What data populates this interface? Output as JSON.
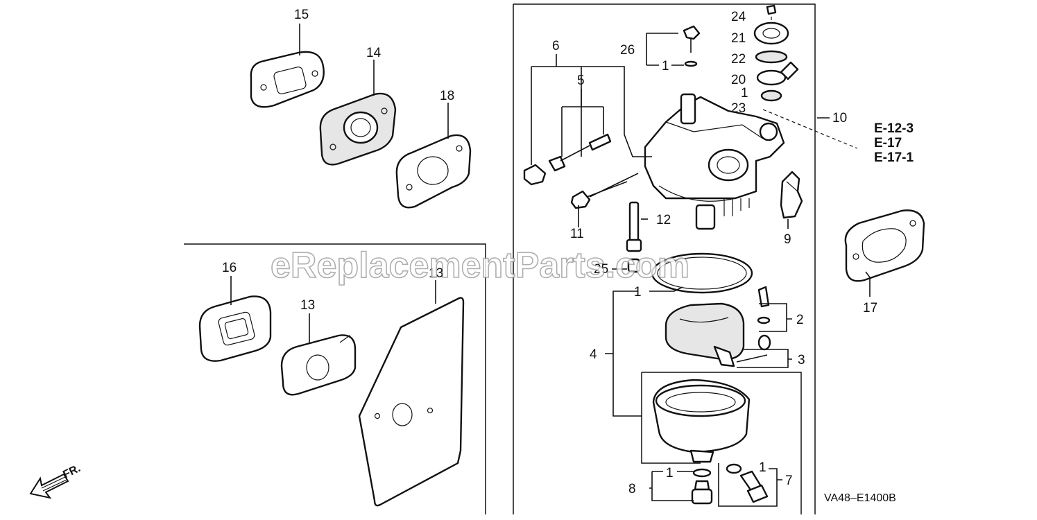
{
  "diagram": {
    "callouts": [
      {
        "id": "c15",
        "text": "15"
      },
      {
        "id": "c14",
        "text": "14"
      },
      {
        "id": "c18",
        "text": "18"
      },
      {
        "id": "c16",
        "text": "16"
      },
      {
        "id": "c13a",
        "text": "13"
      },
      {
        "id": "c13b",
        "text": "13"
      },
      {
        "id": "c6",
        "text": "6"
      },
      {
        "id": "c5",
        "text": "5"
      },
      {
        "id": "c26",
        "text": "26"
      },
      {
        "id": "c1a",
        "text": "1"
      },
      {
        "id": "c24",
        "text": "24"
      },
      {
        "id": "c21",
        "text": "21"
      },
      {
        "id": "c22",
        "text": "22"
      },
      {
        "id": "c20",
        "text": "20"
      },
      {
        "id": "c1b",
        "text": "1"
      },
      {
        "id": "c23",
        "text": "23"
      },
      {
        "id": "c10",
        "text": "10"
      },
      {
        "id": "c11",
        "text": "11"
      },
      {
        "id": "c12",
        "text": "12"
      },
      {
        "id": "c9",
        "text": "9"
      },
      {
        "id": "c25",
        "text": "25"
      },
      {
        "id": "c17",
        "text": "17"
      },
      {
        "id": "c1c",
        "text": "1"
      },
      {
        "id": "c2",
        "text": "2"
      },
      {
        "id": "c4",
        "text": "4"
      },
      {
        "id": "c3",
        "text": "3"
      },
      {
        "id": "c1d",
        "text": "1"
      },
      {
        "id": "c1e",
        "text": "1"
      },
      {
        "id": "c7",
        "text": "7"
      },
      {
        "id": "c8",
        "text": "8"
      }
    ],
    "references": [
      "E-12-3",
      "E-17",
      "E-17-1"
    ],
    "diagram_code": "VA48–E1400B",
    "watermark": "eReplacementParts.com",
    "front_marker": "FR.",
    "colors": {
      "line": "#111111",
      "background": "#ffffff",
      "watermark_outline": "#9a9a9a"
    }
  }
}
